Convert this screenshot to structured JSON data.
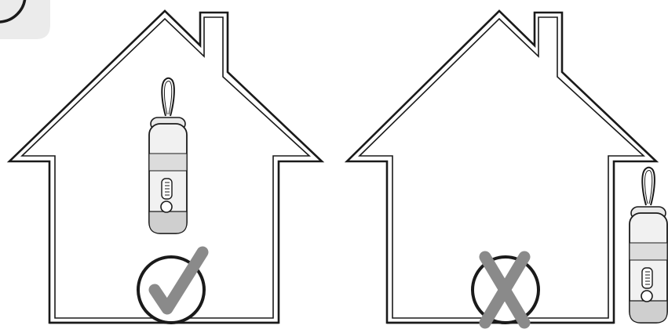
{
  "colors": {
    "line": "#1a1a1a",
    "mark_gray": "#8a8a8a",
    "device_body": "#e9e9e9",
    "device_shade": "#cfcfcf",
    "badge_bg": "#ebebeb"
  },
  "panels": [
    {
      "verdict": "correct",
      "mark_icon": "checkmark-icon",
      "device_placement": "inside-house"
    },
    {
      "verdict": "incorrect",
      "mark_icon": "x-mark-icon",
      "device_placement": "outside-house"
    }
  ],
  "icons": [
    "house-outline-icon",
    "lantern-device-icon",
    "checkmark-icon",
    "x-mark-icon"
  ]
}
